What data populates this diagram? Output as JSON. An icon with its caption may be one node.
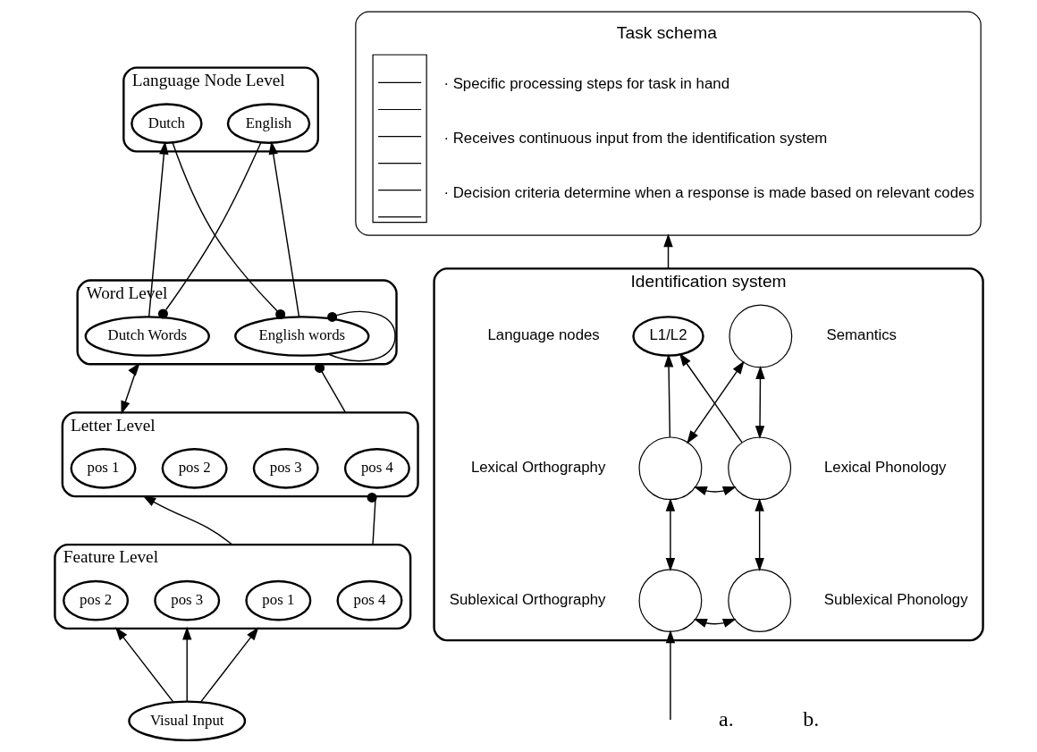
{
  "diagram": {
    "nodes": [
      {
        "text": [
          "Language Node Level"
        ]
      },
      {
        "text": [
          "Dutch"
        ],
        "in": 0
      },
      {
        "text": [
          "English"
        ],
        "in": 0
      },
      {
        "text": [
          "Word Level"
        ]
      },
      {
        "text": [
          "Dutch Words"
        ],
        "in": 3
      },
      {
        "text": [
          "English words"
        ],
        "in": 3
      },
      {
        "text": [
          "Letter Level"
        ]
      },
      {
        "text": [
          "pos 1"
        ],
        "in": 6
      },
      {
        "text": [
          "pos 2"
        ],
        "in": 6
      },
      {
        "text": [
          "pos 3"
        ],
        "in": 6
      },
      {
        "text": [
          "pos 4"
        ],
        "in": 6
      },
      {
        "text": [
          "Feature Level"
        ]
      },
      {
        "text": [
          "pos 1"
        ],
        "in": 11
      },
      {
        "text": [
          "pos 2"
        ],
        "in": 11
      },
      {
        "text": [
          "pos 3"
        ],
        "in": 11
      },
      {
        "text": [
          "pos 4"
        ],
        "in": 11
      },
      {
        "text": [
          "Visual Input"
        ]
      },
      {
        "text": [
          "Task schema",
          "· Specific processing steps for task in hand",
          "· Receives continuous input from the identification system",
          "· Decision criteria determine when a response is made based on relevant codes"
        ]
      },
      {
        "text": [
          "Identification system"
        ]
      },
      {
        "text": [
          "L1/L2"
        ],
        "beside": [
          "Language nodes"
        ],
        "in": 18
      },
      {
        "text": [],
        "shape": "circle",
        "beside": [
          "Semantics"
        ],
        "in": 18
      },
      {
        "text": [],
        "shape": "circle",
        "beside": [
          "Lexical Orthography"
        ],
        "in": 18
      },
      {
        "text": [],
        "shape": "circle",
        "beside": [
          "Lexical Phonology"
        ],
        "in": 18
      },
      {
        "text": [],
        "shape": "circle",
        "beside": [
          "Sublexical Orthography"
        ],
        "in": 18
      },
      {
        "text": [],
        "shape": "circle",
        "beside": [
          "Sublexical Phonology"
        ],
        "in": 18
      }
    ],
    "edges": [
      {
        "from": 4,
        "to": 1,
        "arrow": "to"
      },
      {
        "from": 5,
        "to": 2,
        "arrow": "to"
      },
      {
        "from": 2,
        "to": 4,
        "arrow": "other"
      },
      {
        "from": 1,
        "to": 5,
        "arrow": "other"
      },
      {
        "from": 5,
        "to": 5,
        "arrow": "other"
      },
      {
        "from": 6,
        "to": 3,
        "arrow": "both"
      },
      {
        "from": 6,
        "to": 3,
        "arrow": "other"
      },
      {
        "from": 11,
        "to": 6,
        "arrow": "to"
      },
      {
        "from": 11,
        "to": 6,
        "arrow": "other"
      },
      {
        "from": 16,
        "to": 11,
        "arrow": "to"
      },
      {
        "from": 16,
        "to": 11,
        "arrow": "to"
      },
      {
        "from": 16,
        "to": 11,
        "arrow": "to"
      },
      {
        "from": 18,
        "to": 17,
        "arrow": "to"
      },
      {
        "from": 21,
        "to": 19,
        "arrow": "to"
      },
      {
        "from": 22,
        "to": 19,
        "arrow": "to"
      },
      {
        "from": 21,
        "to": 20,
        "arrow": "both"
      },
      {
        "from": 22,
        "to": 20,
        "arrow": "both"
      },
      {
        "from": 21,
        "to": 22,
        "arrow": "both"
      },
      {
        "from": 23,
        "to": 21,
        "arrow": "both"
      },
      {
        "from": 24,
        "to": 22,
        "arrow": "both"
      },
      {
        "from": 23,
        "to": 24,
        "arrow": "both"
      },
      {
        "from": null,
        "to": 23,
        "arrow": "to"
      }
    ],
    "labels": [
      "a.",
      "b."
    ]
  }
}
